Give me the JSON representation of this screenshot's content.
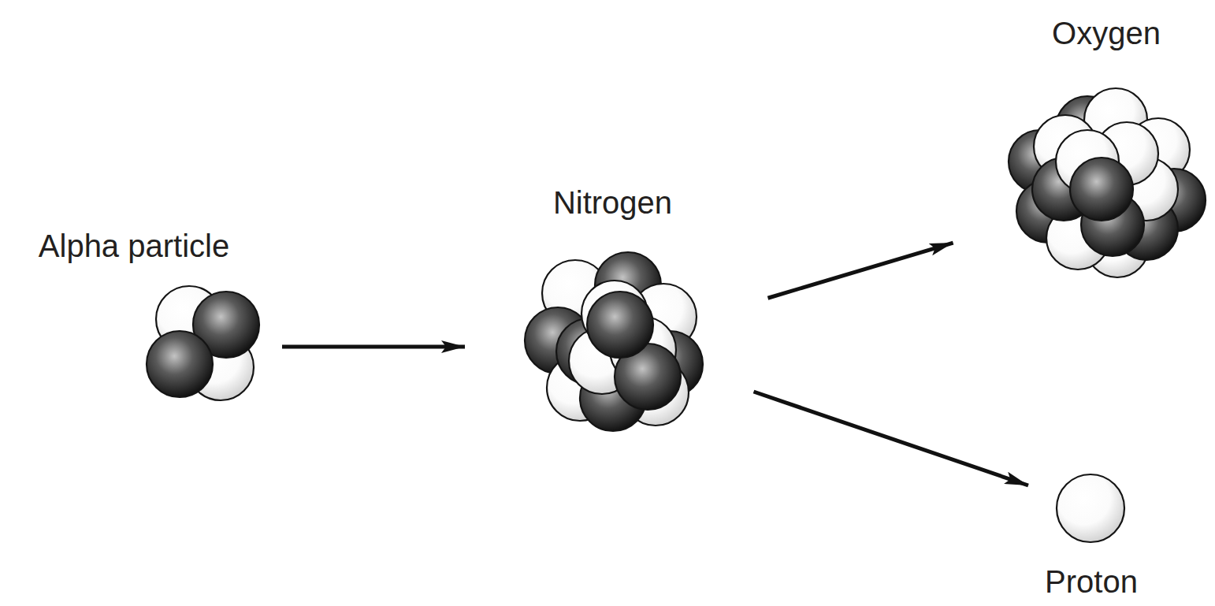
{
  "diagram": {
    "nodes": [
      {
        "text": [
          "Alpha particle"
        ]
      },
      {
        "text": [
          "Nitrogen"
        ]
      },
      {
        "text": [
          "Oxygen"
        ]
      },
      {
        "text": [
          "Proton"
        ]
      }
    ],
    "edges": [
      {
        "from": 0,
        "to": 1,
        "arrow": "to"
      },
      {
        "from": 1,
        "to": 2,
        "arrow": "to"
      },
      {
        "from": 1,
        "to": 3,
        "arrow": "to"
      }
    ]
  }
}
